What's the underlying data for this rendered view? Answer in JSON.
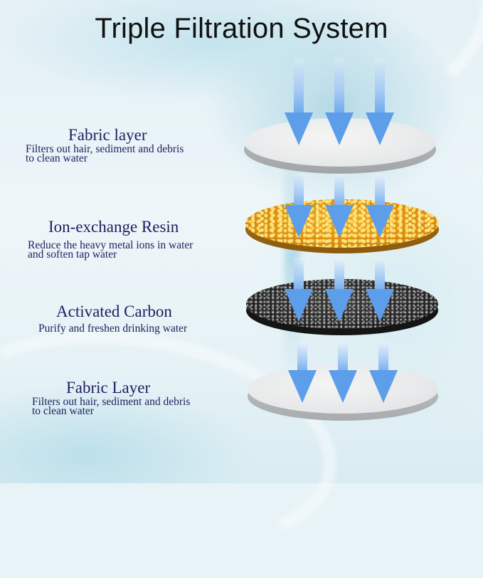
{
  "title": "Triple Filtration System",
  "layers": [
    {
      "name": "Fabric layer",
      "description_line1": "Filters out hair, sediment and debris",
      "description_line2": "to clean water",
      "disc_color": "#e9eaeb"
    },
    {
      "name": "Ion-exchange Resin",
      "description_line1": "Reduce the heavy metal ions in water",
      "description_line2": "and soften tap water",
      "disc_color": "#e59a18"
    },
    {
      "name": "Activated Carbon",
      "description_line1": "Purify and freshen drinking water",
      "description_line2": "",
      "disc_color": "#262626"
    },
    {
      "name": "Fabric Layer",
      "description_line1": "Filters out hair, sediment and debris",
      "description_line2": "to clean water",
      "disc_color": "#e8e9ea"
    }
  ],
  "colors": {
    "title": "#111111",
    "label_text": "#1d1f5e",
    "arrow": "#5c9ee9",
    "background": "#e8f3f7"
  },
  "icons": {
    "flow_arrow": "arrow-down-icon"
  }
}
